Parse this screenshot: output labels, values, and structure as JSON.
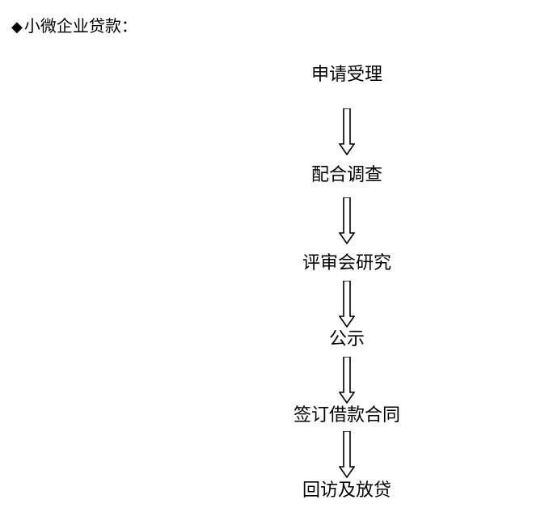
{
  "heading": {
    "bullet": "◆",
    "text": "小微企业贷款："
  },
  "flow": {
    "steps": [
      "申请受理",
      "配合调查",
      "评审会研究",
      "公示",
      "签订借款合同",
      "回访及放贷"
    ]
  }
}
